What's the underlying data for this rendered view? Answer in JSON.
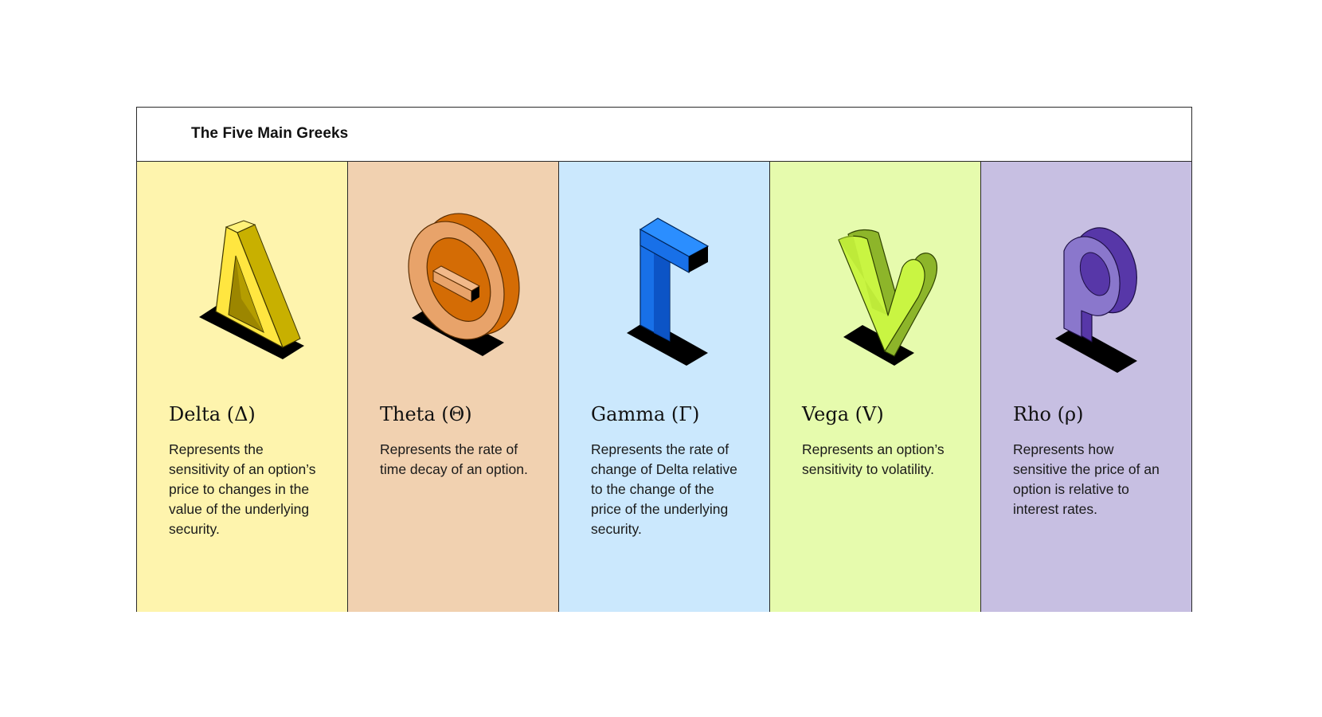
{
  "title": "The Five Main Greeks",
  "greeks": [
    {
      "name": "Delta (Δ)",
      "description": "Represents the sensitivity of an option’s price to changes in the value of the underlying security.",
      "bg": "#fef4ad",
      "icon": "delta-3d-icon"
    },
    {
      "name": "Theta (Θ)",
      "description": "Represents the rate of time decay of an option.",
      "bg": "#f1d1b0",
      "icon": "theta-3d-icon"
    },
    {
      "name": "Gamma (Γ)",
      "description": "Represents the rate of change of Delta relative to the change of the price of the underlying security.",
      "bg": "#cbe8fd",
      "icon": "gamma-3d-icon"
    },
    {
      "name": "Vega (V)",
      "description": "Represents an option’s sensitivity to volatility.",
      "bg": "#e6fbad",
      "icon": "vega-3d-icon"
    },
    {
      "name": "Rho (ρ)",
      "description": "Represents how sensitive the price of an option is relative to interest rates.",
      "bg": "#c7bfe2",
      "icon": "rho-3d-icon"
    }
  ]
}
